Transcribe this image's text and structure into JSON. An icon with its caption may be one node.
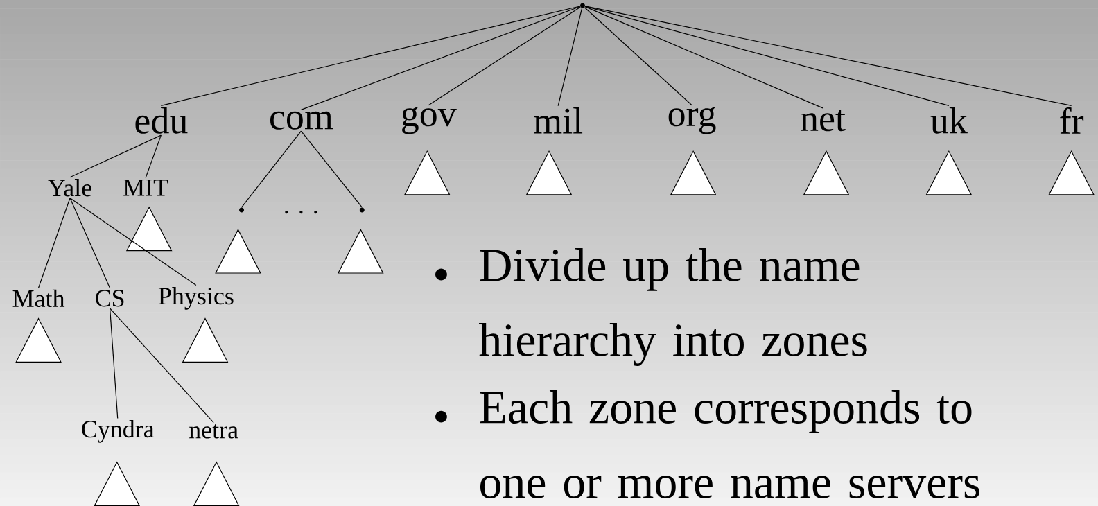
{
  "diagram": {
    "nodes": [
      {
        "text": [],
        "shape": "point"
      },
      {
        "text": [
          "edu"
        ]
      },
      {
        "text": [
          "com"
        ]
      },
      {
        "text": [
          "gov"
        ]
      },
      {
        "text": [
          "mil"
        ]
      },
      {
        "text": [
          "org"
        ]
      },
      {
        "text": [
          "net"
        ]
      },
      {
        "text": [
          "uk"
        ]
      },
      {
        "text": [
          "fr"
        ]
      },
      {
        "text": [
          "Yale"
        ]
      },
      {
        "text": [
          "MIT"
        ]
      },
      {
        "text": [],
        "shape": "point"
      },
      {
        "text": [],
        "shape": "point"
      },
      {
        "text": [
          "Math"
        ]
      },
      {
        "text": [
          "CS"
        ]
      },
      {
        "text": [
          "Physics"
        ]
      },
      {
        "text": [
          "Cyndra"
        ]
      },
      {
        "text": [
          "netra"
        ]
      }
    ],
    "edges": [
      {
        "from": 0,
        "to": 1,
        "arrow": "none"
      },
      {
        "from": 0,
        "to": 2,
        "arrow": "none"
      },
      {
        "from": 0,
        "to": 3,
        "arrow": "none"
      },
      {
        "from": 0,
        "to": 4,
        "arrow": "none"
      },
      {
        "from": 0,
        "to": 5,
        "arrow": "none"
      },
      {
        "from": 0,
        "to": 6,
        "arrow": "none"
      },
      {
        "from": 0,
        "to": 7,
        "arrow": "none"
      },
      {
        "from": 0,
        "to": 8,
        "arrow": "none"
      },
      {
        "from": 1,
        "to": 9,
        "arrow": "none"
      },
      {
        "from": 1,
        "to": 10,
        "arrow": "none"
      },
      {
        "from": 2,
        "to": 11,
        "arrow": "none"
      },
      {
        "from": 2,
        "to": 12,
        "arrow": "none"
      },
      {
        "from": 9,
        "to": 13,
        "arrow": "none"
      },
      {
        "from": 9,
        "to": 14,
        "arrow": "none"
      },
      {
        "from": 9,
        "to": 15,
        "arrow": "none"
      },
      {
        "from": 14,
        "to": 16,
        "arrow": "none"
      },
      {
        "from": 14,
        "to": 17,
        "arrow": "none"
      }
    ],
    "labels": [
      ". . .",
      "Divide up the name hierarchy into zones",
      "Each zone corresponds to one or more name servers"
    ]
  }
}
